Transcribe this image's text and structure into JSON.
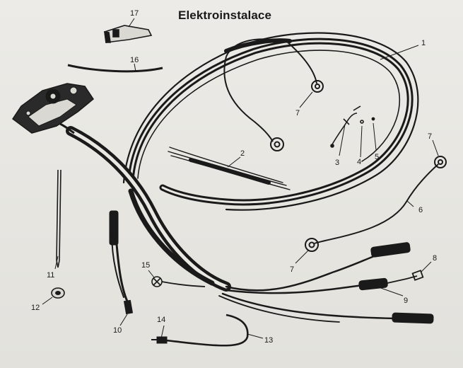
{
  "title": "Elektroinstalace",
  "callouts": [
    "1",
    "2",
    "3",
    "4",
    "5",
    "6",
    "7",
    "7",
    "7",
    "8",
    "9",
    "10",
    "11",
    "12",
    "13",
    "14",
    "15",
    "16",
    "17"
  ],
  "colors": {
    "ink": "#1a1a1a",
    "paper": "#e9e8e3"
  }
}
